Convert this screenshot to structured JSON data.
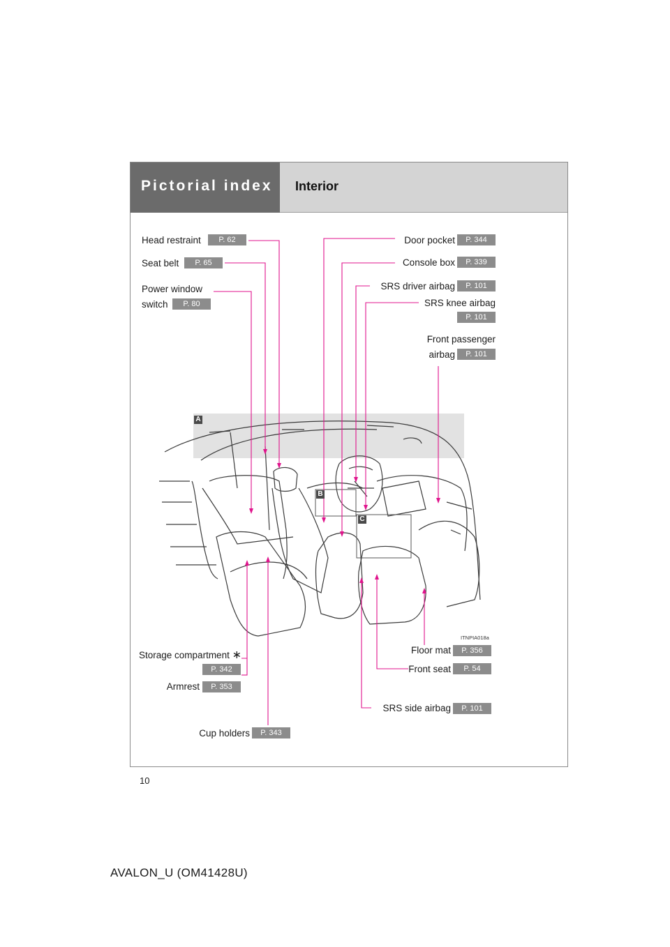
{
  "header": {
    "section": "Pictorial index",
    "title": "Interior"
  },
  "callouts": {
    "head_restraint": {
      "label": "Head restraint",
      "page": "P. 62"
    },
    "seat_belt": {
      "label": "Seat belt",
      "page": "P. 65"
    },
    "power_window": {
      "label_line1": "Power window",
      "label_line2": "switch",
      "page": "P. 80"
    },
    "door_pocket": {
      "label": "Door pocket",
      "page": "P. 344"
    },
    "console_box": {
      "label": "Console box",
      "page": "P. 339"
    },
    "srs_driver_airbag": {
      "label": "SRS driver airbag",
      "page": "P. 101"
    },
    "srs_knee_airbag": {
      "label": "SRS knee airbag",
      "page": "P. 101"
    },
    "front_passenger_airbag": {
      "label_line1": "Front passenger",
      "label_line2": "airbag",
      "page": "P. 101"
    },
    "storage_compartment": {
      "label": "Storage compartment",
      "marker": "∗",
      "page": "P. 342"
    },
    "armrest": {
      "label": "Armrest",
      "page": "P. 353"
    },
    "cup_holders": {
      "label": "Cup holders",
      "page": "P. 343"
    },
    "floor_mat": {
      "label": "Floor mat",
      "page": "P. 356"
    },
    "front_seat": {
      "label": "Front seat",
      "page": "P. 54"
    },
    "srs_side_airbag": {
      "label": "SRS side airbag",
      "page": "P. 101"
    }
  },
  "diagram": {
    "markers": [
      "A",
      "B",
      "C"
    ],
    "image_code": "ITNPIA018a",
    "leader_color": "#e0138c",
    "illustration": "car-interior-line-drawing"
  },
  "page_number": "10",
  "footer": "AVALON_U (OM41428U)"
}
